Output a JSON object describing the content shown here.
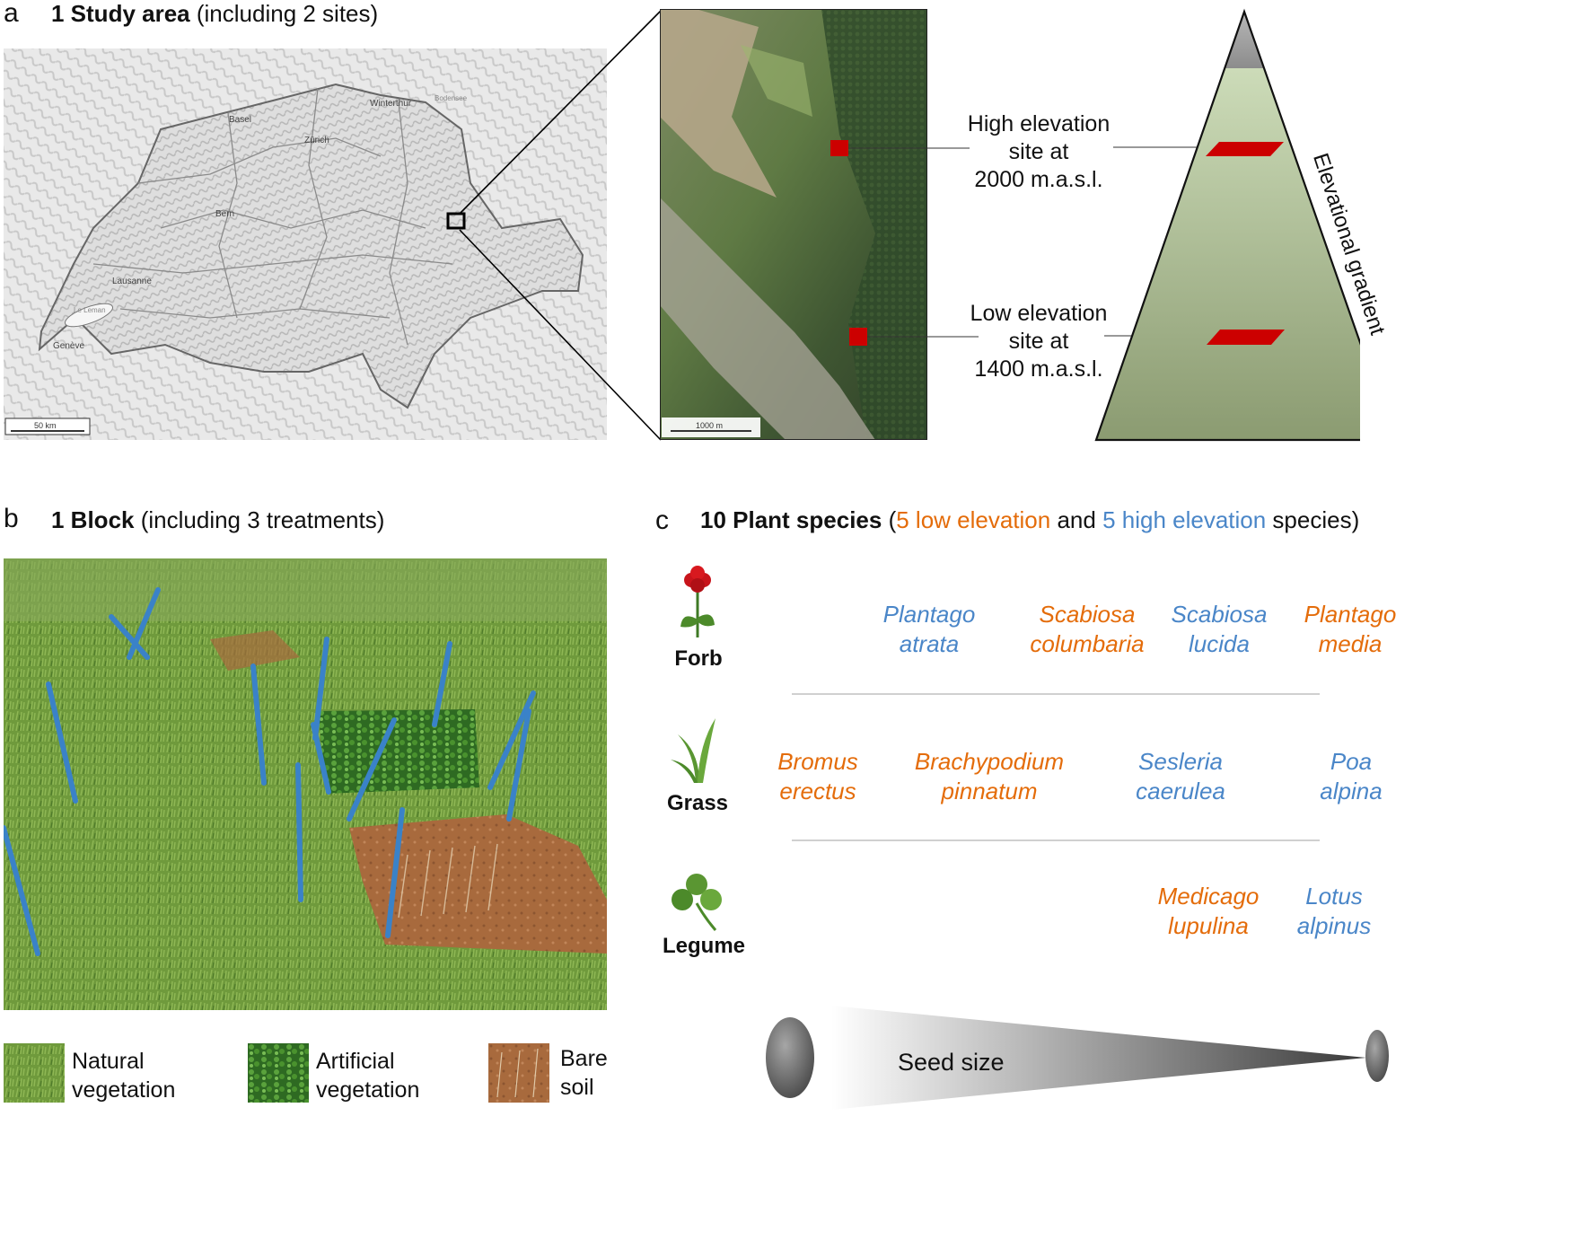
{
  "panel_a": {
    "letter": "a",
    "title_bold": "1 Study area",
    "title_rest": " (including 2 sites)",
    "map_labels": [
      "Basel",
      "Winterthur",
      "Zürich",
      "Bern",
      "Lausanne",
      "Genève",
      "Le Leman",
      "Bodensee"
    ],
    "map_scalebar": "50 km",
    "aerial_scalebar": "1000 m",
    "high_site": [
      "High elevation",
      "site at",
      "2000 m.a.s.l."
    ],
    "low_site": [
      "Low elevation",
      "site at",
      "1400 m.a.s.l."
    ],
    "gradient_label": "Elevational gradient",
    "site_color": "#cc0000"
  },
  "panel_b": {
    "letter": "b",
    "title_bold": "1 Block",
    "title_rest": " (including 3 treatments)",
    "legend": [
      {
        "label1": "Natural",
        "label2": "vegetation"
      },
      {
        "label1": "Artificial",
        "label2": "vegetation"
      },
      {
        "label1": "Bare",
        "label2": "soil"
      }
    ]
  },
  "panel_c": {
    "letter": "c",
    "title_bold": "10 Plant species",
    "title_open": " (",
    "title_low": "5 low elevation",
    "title_and": " and ",
    "title_high": "5 high elevation",
    "title_close": " species)",
    "low_color": "#e46c0a",
    "high_color": "#4a86c8",
    "forb": {
      "label": "Forb",
      "species": [
        {
          "genus": "Plantago",
          "epithet": "atrata"
        },
        {
          "genus": "Scabiosa",
          "epithet": "columbaria"
        },
        {
          "genus": "Scabiosa",
          "epithet": "lucida"
        },
        {
          "genus": "Plantago",
          "epithet": "media"
        }
      ]
    },
    "grass": {
      "label": "Grass",
      "species": [
        {
          "genus": "Bromus",
          "epithet": "erectus"
        },
        {
          "genus": "Brachypodium",
          "epithet": "pinnatum"
        },
        {
          "genus": "Sesleria",
          "epithet": "caerulea"
        },
        {
          "genus": "Poa",
          "epithet": "alpina"
        }
      ]
    },
    "legume": {
      "label": "Legume",
      "species": [
        {
          "genus": "Medicago",
          "epithet": "lupulina"
        },
        {
          "genus": "Lotus",
          "epithet": "alpinus"
        }
      ]
    },
    "seed_size_label": "Seed size"
  }
}
